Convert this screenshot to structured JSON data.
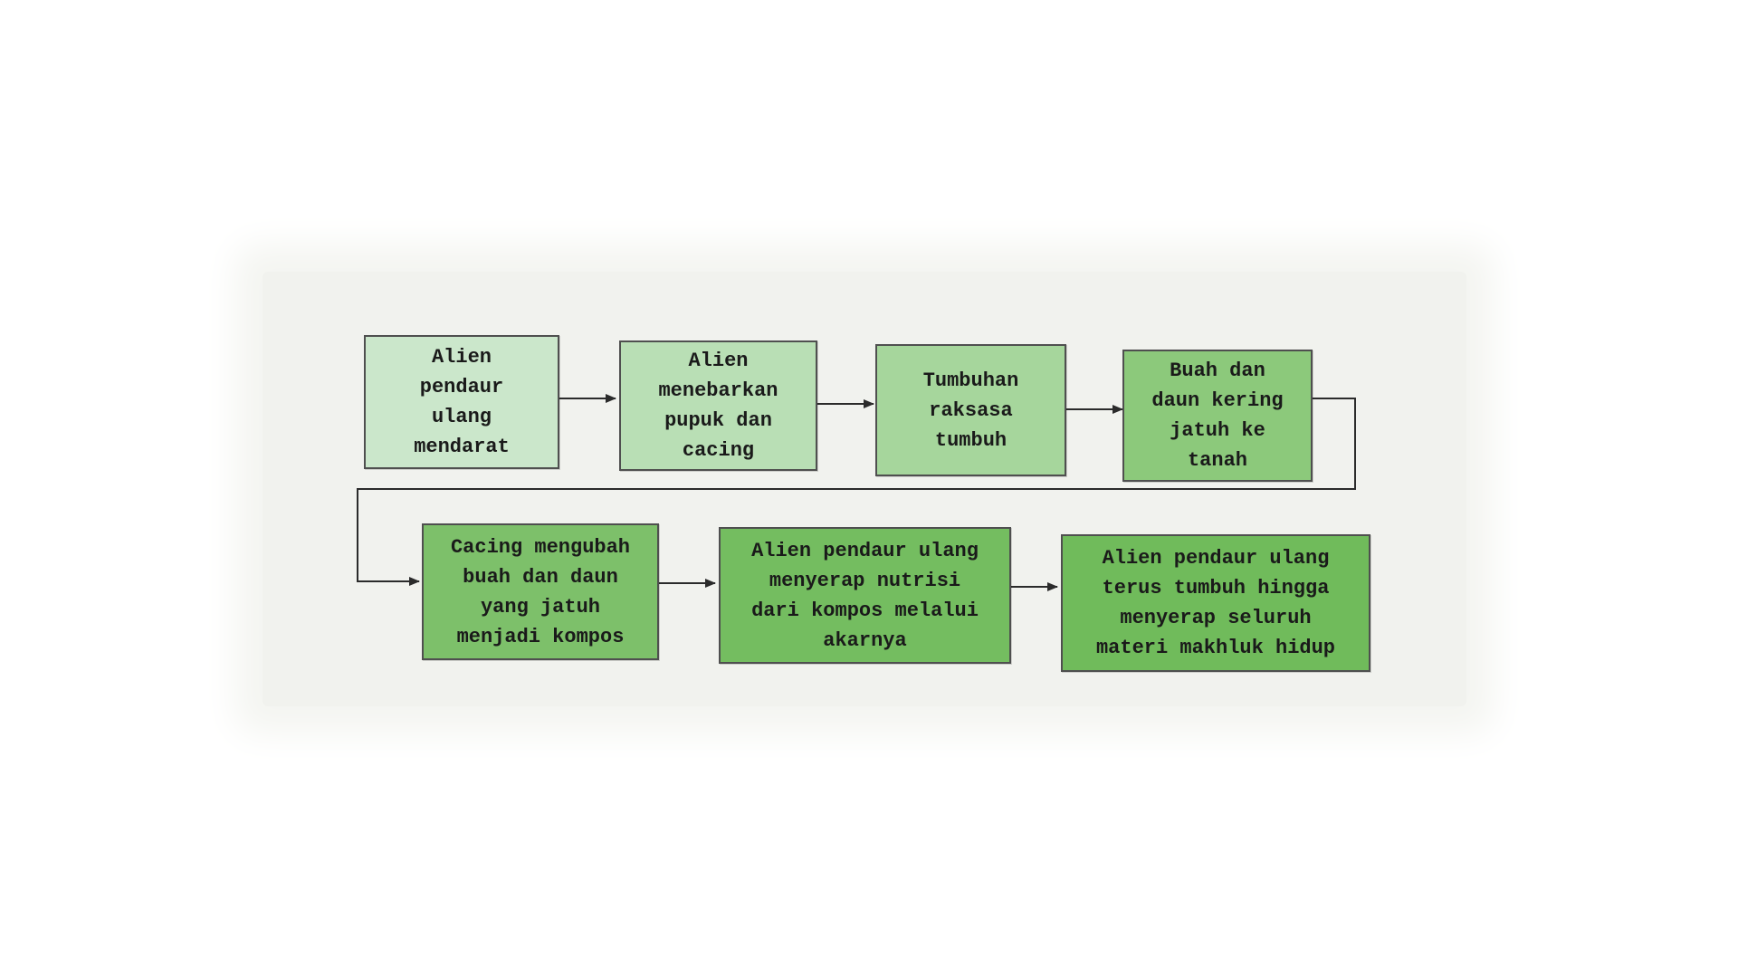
{
  "diagram": {
    "type": "flowchart",
    "steps": [
      {
        "label": "Alien\npendaur\nulang\nmendarat"
      },
      {
        "label": "Alien\nmenebarkan\npupuk dan\ncacing"
      },
      {
        "label": "Tumbuhan\nraksasa\ntumbuh"
      },
      {
        "label": "Buah dan\ndaun kering\njatuh ke\ntanah"
      },
      {
        "label": "Cacing mengubah\nbuah dan daun\nyang jatuh\nmenjadi kompos"
      },
      {
        "label": "Alien pendaur ulang\nmenyerap nutrisi\ndari kompos melalui\nakarnya"
      },
      {
        "label": "Alien pendaur ulang\nterus tumbuh hingga\nmenyerap seluruh\nmateri makhluk hidup"
      }
    ],
    "colors": {
      "box_border": "#4f4f4f",
      "arrow": "#2b2b2b",
      "fills": [
        "#cbe7cb",
        "#b9dfb5",
        "#a6d69c",
        "#8cc97b",
        "#7dc06a",
        "#74bd60",
        "#70bb5b"
      ]
    }
  }
}
